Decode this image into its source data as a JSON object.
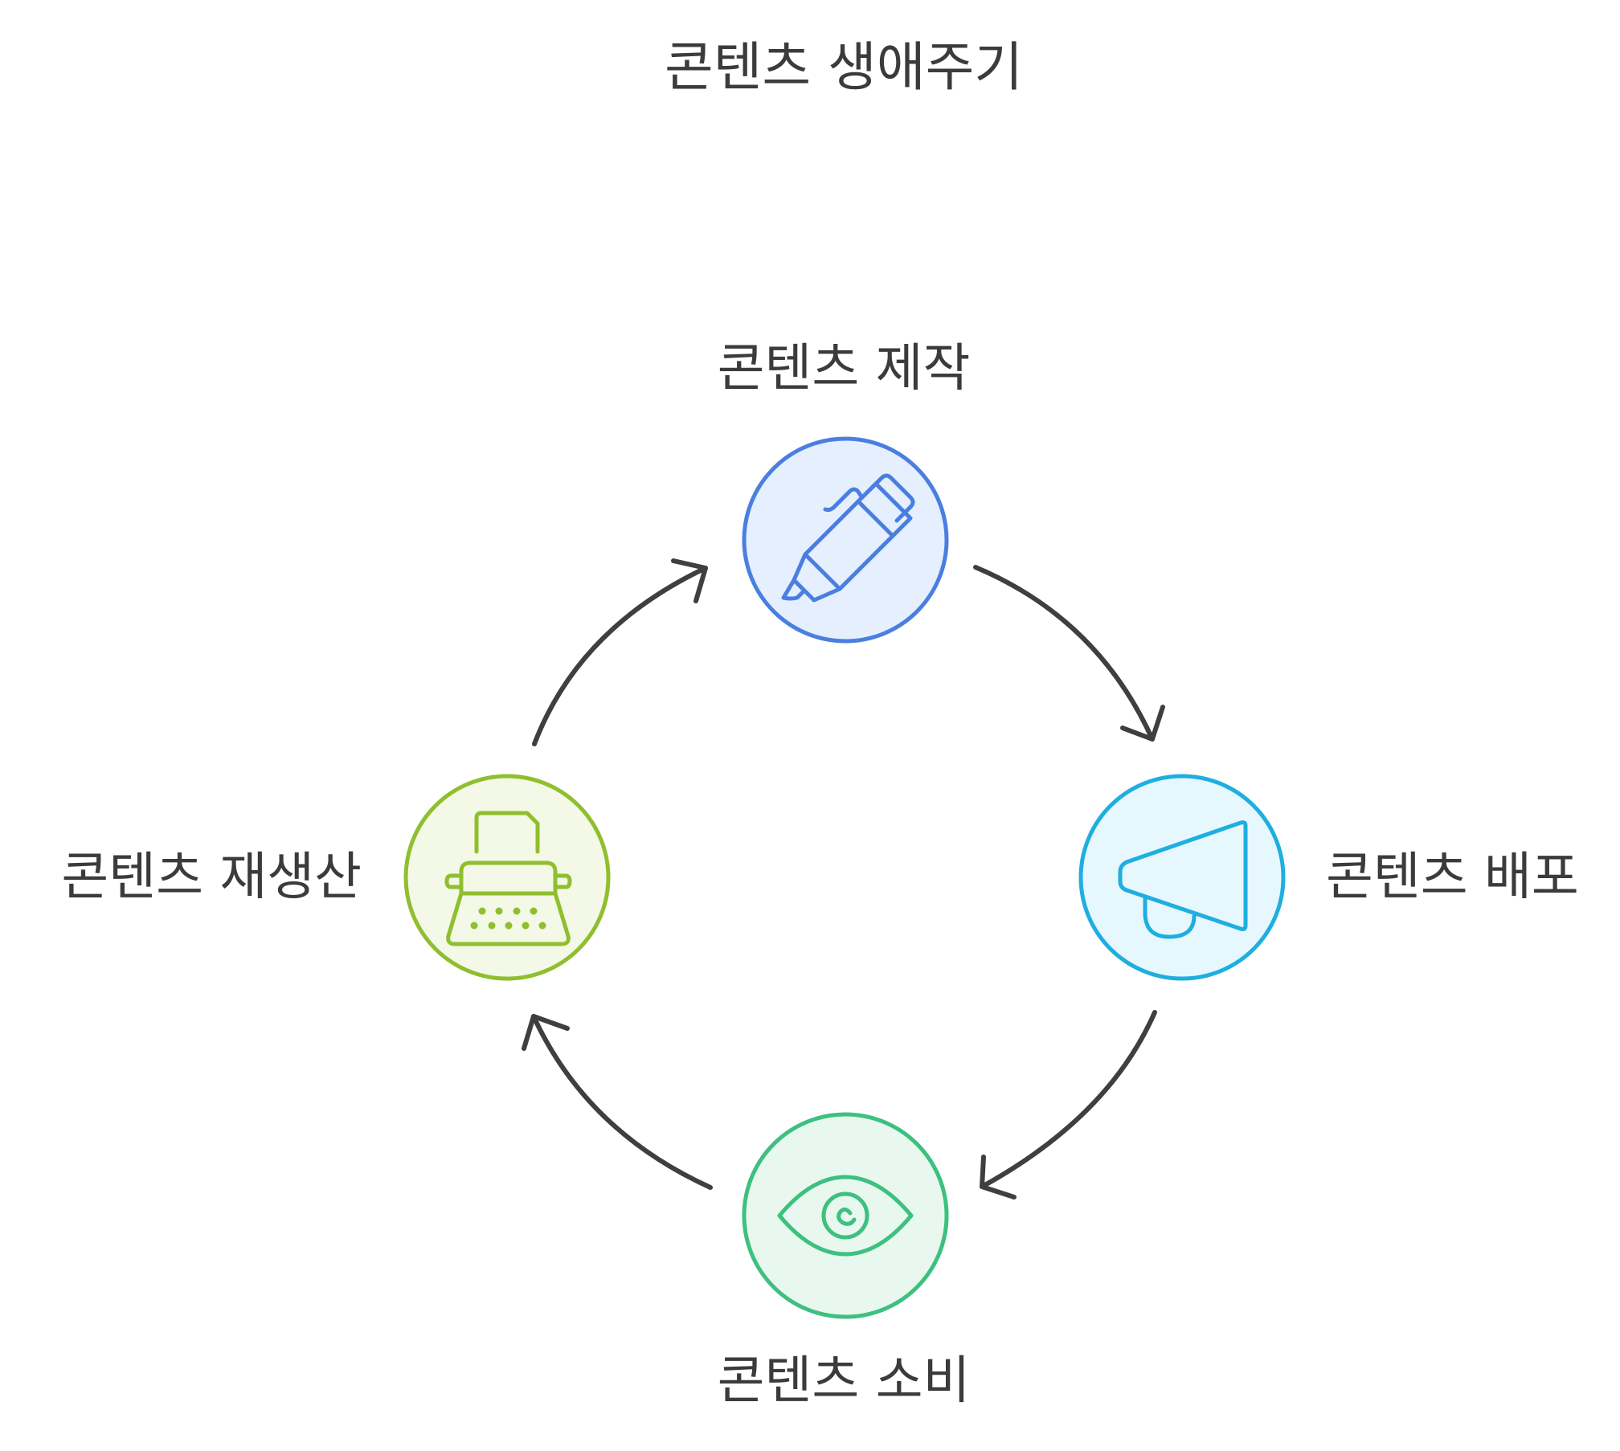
{
  "title": "콘텐츠 생애주기",
  "stages": [
    {
      "label": "콘텐츠 제작",
      "icon": "marker-pen-icon",
      "color": "#4a7fe0",
      "fill": "#e5effd"
    },
    {
      "label": "콘텐츠 배포",
      "icon": "megaphone-icon",
      "color": "#1faee0",
      "fill": "#e6f8fd"
    },
    {
      "label": "콘텐츠 소비",
      "icon": "eye-icon",
      "color": "#3dc080",
      "fill": "#e9f8ef"
    },
    {
      "label": "콘텐츠 재생산",
      "icon": "typewriter-icon",
      "color": "#8fbf2f",
      "fill": "#f3f9e6"
    }
  ],
  "colors": {
    "text": "#3b3b3b",
    "arrow": "#3f3f3f"
  }
}
